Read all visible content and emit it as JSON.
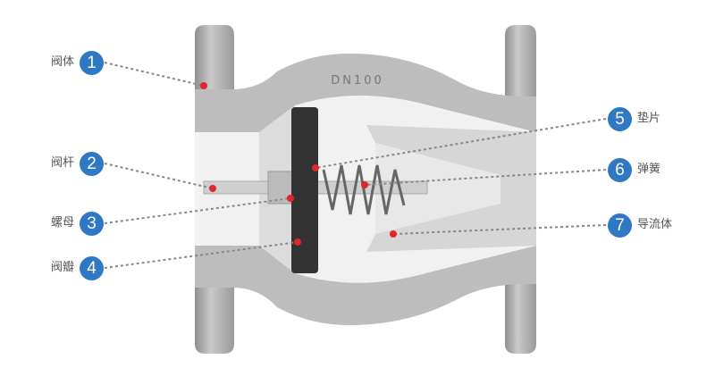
{
  "title": "Check valve cross-section parts diagram",
  "body_marking": "DN100",
  "colors": {
    "badge": "#2f78c4",
    "pointer": "#e0262c",
    "leader": "#888888"
  },
  "parts": [
    {
      "number": "1",
      "name": "阀体"
    },
    {
      "number": "2",
      "name": "阀杆"
    },
    {
      "number": "3",
      "name": "螺母"
    },
    {
      "number": "4",
      "name": "阀瓣"
    },
    {
      "number": "5",
      "name": "垫片"
    },
    {
      "number": "6",
      "name": "弹簧"
    },
    {
      "number": "7",
      "name": "导流体"
    }
  ]
}
